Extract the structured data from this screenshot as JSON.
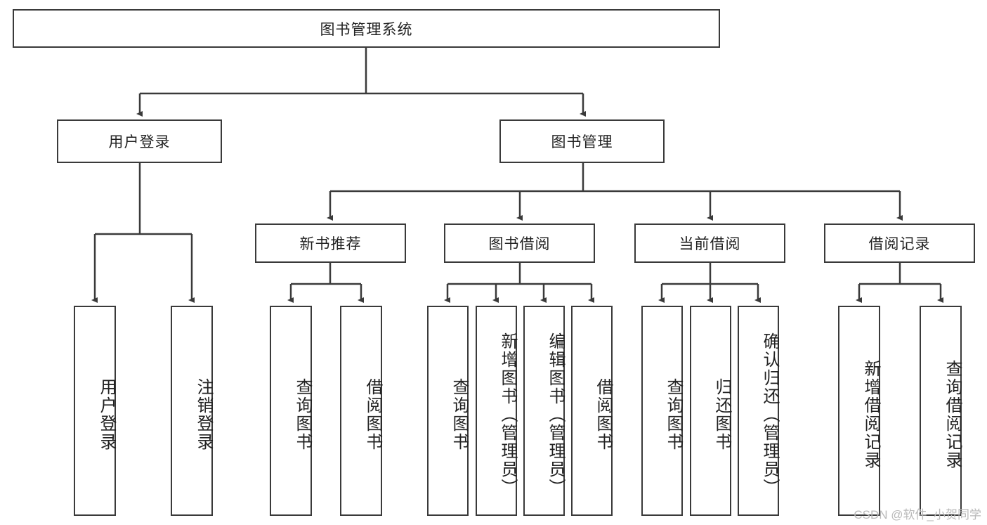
{
  "diagram": {
    "title": "图书管理系统",
    "type": "tree-hierarchy-chart",
    "root": {
      "label": "图书管理系统"
    },
    "level2": [
      {
        "label": "用户登录"
      },
      {
        "label": "图书管理"
      }
    ],
    "level3": [
      {
        "label": "新书推荐"
      },
      {
        "label": "图书借阅"
      },
      {
        "label": "当前借阅"
      },
      {
        "label": "借阅记录"
      }
    ],
    "leaves": {
      "user_login": [
        {
          "label": "用户登录"
        },
        {
          "label": "注销登录"
        }
      ],
      "new_book_recommend": [
        {
          "label": "查询图书"
        },
        {
          "label": "借阅图书"
        }
      ],
      "book_borrow": [
        {
          "label": "查询图书"
        },
        {
          "label": "新增图书（管理员）"
        },
        {
          "label": "编辑图书（管理员）"
        },
        {
          "label": "借阅图书"
        }
      ],
      "current_borrow": [
        {
          "label": "查询图书"
        },
        {
          "label": "归还图书"
        },
        {
          "label": "确认归还（管理员）"
        }
      ],
      "borrow_record": [
        {
          "label": "新增借阅记录"
        },
        {
          "label": "查询借阅记录"
        }
      ]
    }
  },
  "watermark": {
    "text": "CSDN @软件_小贺同学"
  },
  "colors": {
    "stroke": "#3a3a3a",
    "background": "#ffffff",
    "text": "#222222",
    "watermark": "#b9b9b9"
  }
}
